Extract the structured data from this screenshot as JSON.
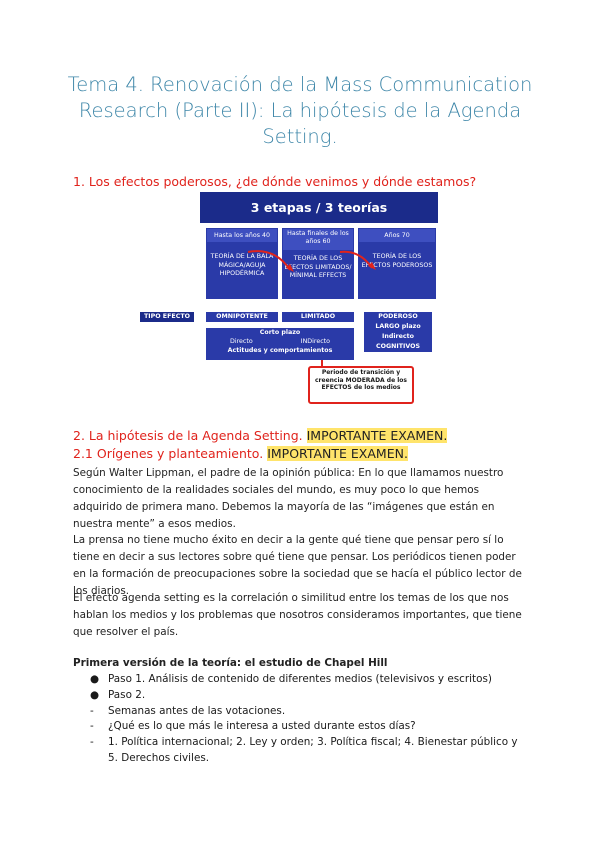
{
  "title": "Tema 4. Renovación de la Mass Communication Research (Parte II): La hipótesis de la Agenda Setting.",
  "section1": "1. Los efectos poderosos, ¿de dónde venimos y dónde estamos?",
  "diagram": {
    "banner": "3 etapas / 3 teorías",
    "columns": [
      {
        "period": "Hasta los años 40",
        "theory": "TEORÍA DE LA BALA MÁGICA/AGUJA HIPODÉRMICA"
      },
      {
        "period": "Hasta finales de los años 60",
        "theory": "TEORÍA DE LOS EFECTOS LIMITADOS/ MÍNIMAL EFFECTS"
      },
      {
        "period": "Años 70",
        "theory": "TEORÍA DE LOS EFECTOS PODEROSOS"
      }
    ],
    "tipo_efecto": "TIPO EFECTO",
    "omnipotente": "OMNIPOTENTE",
    "limitado": "LIMITADO",
    "corto_plazo": "Corto plazo",
    "directo": "Directo",
    "indirecto": "INDirecto",
    "actitudes": "Actitudes y comportamientos",
    "poderoso": [
      "PODEROSO",
      "LARGO plazo",
      "Indirecto",
      "COGNITIVOS"
    ],
    "note": "Periodo de transición y creencia MODERADA de los EFECTOS de los medios"
  },
  "section2": {
    "text": "2. La hipótesis de la Agenda Setting.",
    "badge": "IMPORTANTE EXAMEN."
  },
  "section21": {
    "text": "2.1 Orígenes y planteamiento.",
    "badge": "IMPORTANTE EXAMEN."
  },
  "paragraphs": [
    "Según Walter Lippman, el padre de la opinión pública: En lo que llamamos nuestro conocimiento de la realidades sociales del mundo, es muy poco lo que hemos adquirido de primera mano. Debemos la mayoría de las “imágenes que están en nuestra mente” a esos medios.",
    "La prensa no tiene mucho éxito en decir a la gente qué tiene que pensar pero sí lo tiene en decir a sus lectores sobre qué tiene que pensar. Los periódicos tienen poder en la formación de preocupaciones sobre la sociedad que se hacía el público lector de los diarios.",
    "El efecto agenda setting es la correlación o similitud entre los temas de los que nos hablan los medios y los problemas que nosotros consideramos importantes, que tiene que resolver el país."
  ],
  "subheading": "Primera versión de la teoría: el estudio de Chapel Hill",
  "bullets": [
    {
      "marker": "●",
      "text": "Paso 1. Análisis de contenido de diferentes medios (televisivos y escritos)"
    },
    {
      "marker": "●",
      "text": "Paso 2."
    },
    {
      "marker": "-",
      "text": "Semanas antes de las votaciones."
    },
    {
      "marker": "-",
      "text": "¿Qué es lo que más le interesa a usted durante estos días?"
    },
    {
      "marker": "-",
      "text": "1. Política internacional; 2. Ley y orden; 3. Política fiscal; 4. Bienestar público y 5. Derechos civiles."
    }
  ],
  "colors": {
    "title": "#3d86a8",
    "red": "#e0231c",
    "navy": "#1b2b8a",
    "highlight": "#ffe46b"
  }
}
